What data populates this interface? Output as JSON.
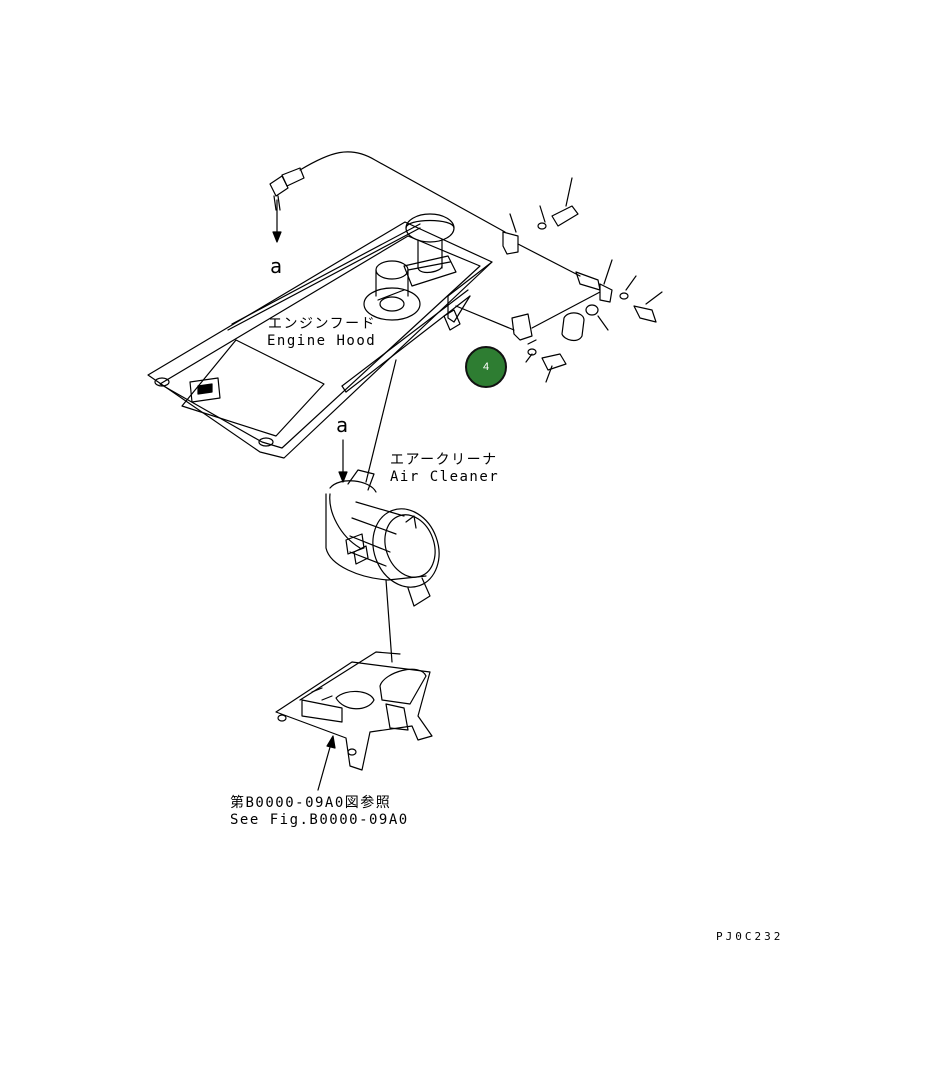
{
  "labels": {
    "engine_hood_jp": "エンジンフード",
    "engine_hood_en": "Engine Hood",
    "air_cleaner_jp": "エアークリーナ",
    "air_cleaner_en": "Air Cleaner",
    "see_fig_jp": "第B0000-09A0図参照",
    "see_fig_en": "See Fig.B0000-09A0",
    "arrow_a_top": "a",
    "arrow_a_mid": "a"
  },
  "callout": {
    "number": "4",
    "color": "#2e7d32"
  },
  "drawing_code": "PJ0C232"
}
